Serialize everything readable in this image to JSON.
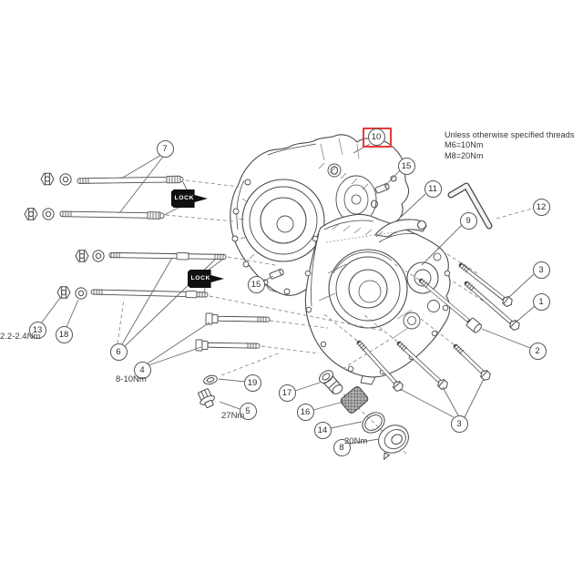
{
  "diagram": {
    "title_note": {
      "line1": "Unless otherwise specified threads",
      "line2": "M6=10Nm",
      "line3": "M8=20Nm"
    },
    "lock_label": "LOCK",
    "highlighted_callout": "10",
    "highlight_color": "#e53935",
    "callouts": [
      {
        "label": "7"
      },
      {
        "label": "10"
      },
      {
        "label": "15"
      },
      {
        "label": "11"
      },
      {
        "label": "12"
      },
      {
        "label": "9"
      },
      {
        "label": "3"
      },
      {
        "label": "1"
      },
      {
        "label": "2"
      },
      {
        "label": "15"
      },
      {
        "label": "13"
      },
      {
        "label": "18"
      },
      {
        "label": "6"
      },
      {
        "label": "4"
      },
      {
        "label": "19"
      },
      {
        "label": "5"
      },
      {
        "label": "17"
      },
      {
        "label": "16"
      },
      {
        "label": "14"
      },
      {
        "label": "8"
      },
      {
        "label": "3"
      }
    ],
    "torque_labels": [
      {
        "text": "2.2-2.4Nm"
      },
      {
        "text": "8-10Nm"
      },
      {
        "text": "27Nm"
      },
      {
        "text": "20Nm"
      }
    ]
  }
}
